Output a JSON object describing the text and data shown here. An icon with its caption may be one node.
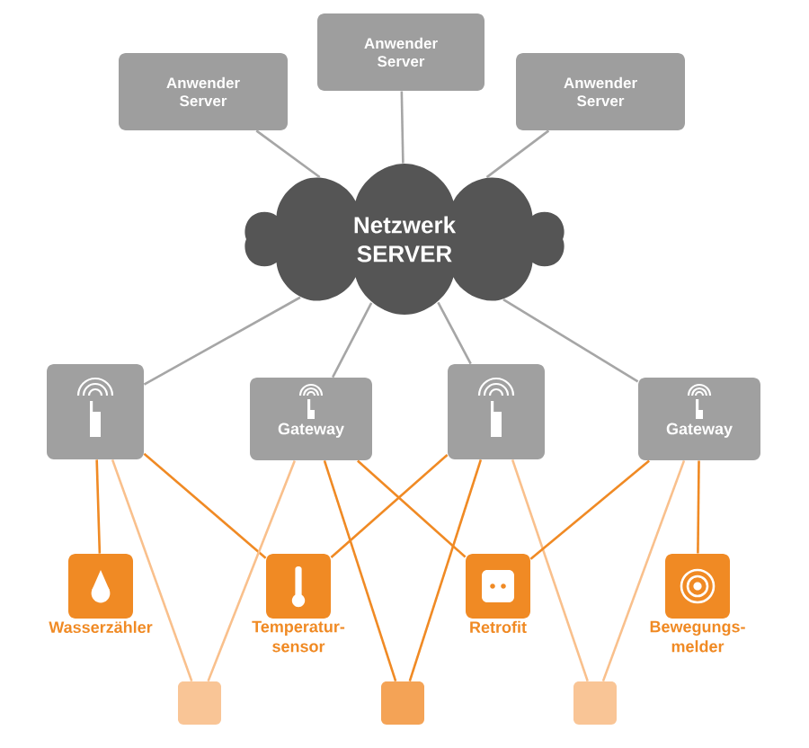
{
  "diagram": {
    "nodes": [
      {
        "text": [
          "Anwender Server"
        ]
      },
      {
        "text": [
          "Anwender Server"
        ]
      },
      {
        "text": [
          "Anwender Server"
        ]
      },
      {
        "text": [
          "Netzwerk SERVER"
        ]
      },
      {
        "text": [],
        "shape": "box"
      },
      {
        "text": [
          "Gateway"
        ]
      },
      {
        "text": [],
        "shape": "box"
      },
      {
        "text": [
          "Gateway"
        ]
      },
      {
        "text": [
          "Wasserzähler"
        ]
      },
      {
        "text": [
          "Temperatur- sensor"
        ]
      },
      {
        "text": [
          "Retrofit"
        ]
      },
      {
        "text": [
          "Bewegungs- melder"
        ]
      },
      {
        "text": [],
        "shape": "box"
      },
      {
        "text": [],
        "shape": "box"
      },
      {
        "text": [],
        "shape": "box"
      }
    ],
    "edges": [
      {
        "from": 0,
        "to": 3,
        "arrow": "none",
        "color": "#a6a6a6"
      },
      {
        "from": 1,
        "to": 3,
        "arrow": "none",
        "color": "#a6a6a6"
      },
      {
        "from": 2,
        "to": 3,
        "arrow": "none",
        "color": "#a6a6a6"
      },
      {
        "from": 3,
        "to": 4,
        "arrow": "none",
        "color": "#a6a6a6"
      },
      {
        "from": 3,
        "to": 5,
        "arrow": "none",
        "color": "#a6a6a6"
      },
      {
        "from": 3,
        "to": 6,
        "arrow": "none",
        "color": "#a6a6a6"
      },
      {
        "from": 3,
        "to": 7,
        "arrow": "none",
        "color": "#a6a6a6"
      },
      {
        "from": 4,
        "to": 8,
        "arrow": "none"
      },
      {
        "from": 4,
        "to": 12,
        "arrow": "none",
        "color": "#f9c08c"
      },
      {
        "from": 4,
        "to": 9,
        "arrow": "none"
      },
      {
        "from": 5,
        "to": 12,
        "arrow": "none",
        "color": "#f9c08c"
      },
      {
        "from": 5,
        "to": 13,
        "arrow": "none"
      },
      {
        "from": 5,
        "to": 10,
        "arrow": "none"
      },
      {
        "from": 6,
        "to": 9,
        "arrow": "none"
      },
      {
        "from": 6,
        "to": 13,
        "arrow": "none"
      },
      {
        "from": 6,
        "to": 14,
        "arrow": "none",
        "color": "#f9c08c"
      },
      {
        "from": 7,
        "to": 10,
        "arrow": "none"
      },
      {
        "from": 7,
        "to": 11,
        "arrow": "none"
      },
      {
        "from": 7,
        "to": 14,
        "arrow": "none",
        "color": "#f9c08c"
      }
    ]
  }
}
